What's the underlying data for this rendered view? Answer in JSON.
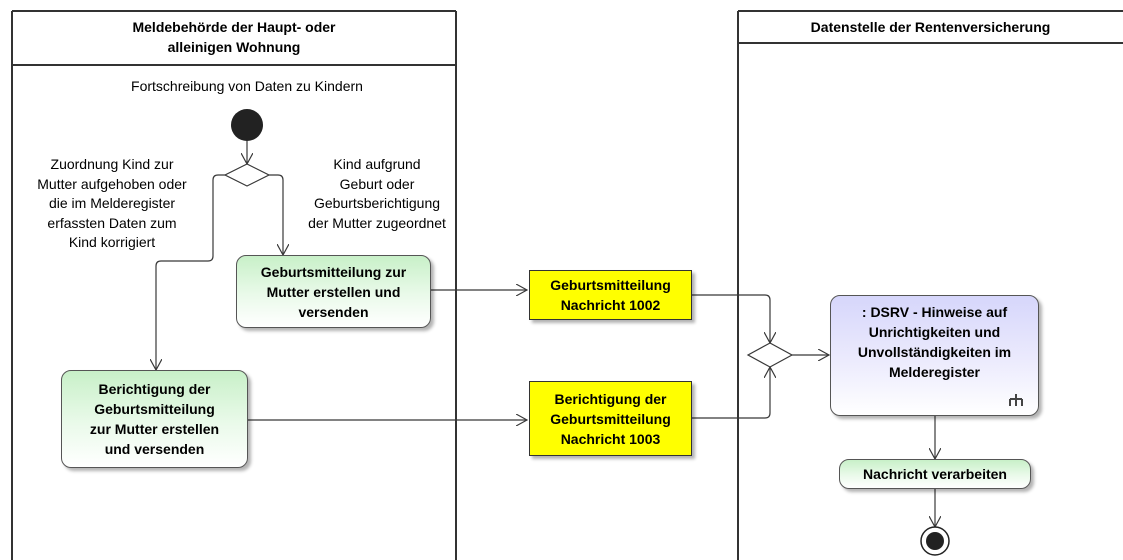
{
  "lanes": {
    "left_title_line1": "Meldebehörde der Haupt- oder",
    "left_title_line2": "alleinigen Wohnung",
    "right_title": "Datenstelle der Rentenversicherung"
  },
  "flow": {
    "title": "Fortschreibung von Daten zu Kindern",
    "guard_left": [
      "Zuordnung Kind zur",
      "Mutter aufgehoben oder",
      "die im Melderegister",
      "erfassten Daten zum",
      "Kind korrigiert"
    ],
    "guard_right": [
      "Kind aufgrund",
      "Geburt oder",
      "Geburtsberichtigung",
      "der Mutter zugeordnet"
    ]
  },
  "actions": {
    "geburtsmitteilung": [
      "Geburtsmitteilung zur",
      "Mutter erstellen und",
      "versenden"
    ],
    "berichtigung": [
      "Berichtigung der",
      "Geburtsmitteilung",
      "zur Mutter erstellen",
      "und versenden"
    ],
    "dsrv": [
      ": DSRV - Hinweise auf",
      "Unrichtigkeiten und",
      "Unvollständigkeiten im",
      "Melderegister"
    ],
    "verarbeiten": "Nachricht verarbeiten"
  },
  "messages": {
    "m1002": [
      "Geburtsmitteilung",
      "Nachricht 1002"
    ],
    "m1003": [
      "Berichtigung der",
      "Geburtsmitteilung",
      "Nachricht 1003"
    ]
  },
  "colors": {
    "action_fill": "#c8f0c8",
    "message_fill": "#ffff00",
    "subactivity_fill": "#d6d6fb",
    "line": "#383838"
  }
}
